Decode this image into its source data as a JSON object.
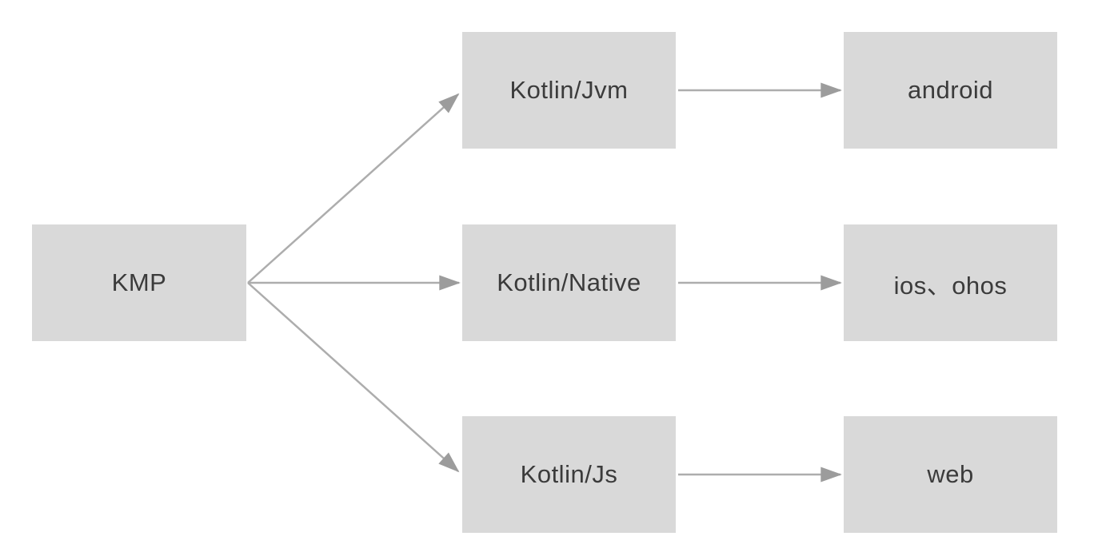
{
  "diagram": {
    "description": "KMP multiplatform compilation targets flow diagram",
    "colors": {
      "background": "#ffffff",
      "node_fill": "#d9d9d9",
      "node_text": "#3b3b3b",
      "arrow_line": "#adadad",
      "arrow_head": "#9c9c9c"
    },
    "nodes": {
      "kmp": {
        "label": "KMP"
      },
      "jvm": {
        "label": "Kotlin/Jvm"
      },
      "native": {
        "label": "Kotlin/Native"
      },
      "js": {
        "label": "Kotlin/Js"
      },
      "android": {
        "label": "android"
      },
      "ios_ohos": {
        "label": "ios、ohos"
      },
      "web": {
        "label": "web"
      }
    },
    "edges": [
      {
        "from": "kmp",
        "to": "jvm"
      },
      {
        "from": "kmp",
        "to": "native"
      },
      {
        "from": "kmp",
        "to": "js"
      },
      {
        "from": "jvm",
        "to": "android"
      },
      {
        "from": "native",
        "to": "ios_ohos"
      },
      {
        "from": "js",
        "to": "web"
      }
    ]
  }
}
